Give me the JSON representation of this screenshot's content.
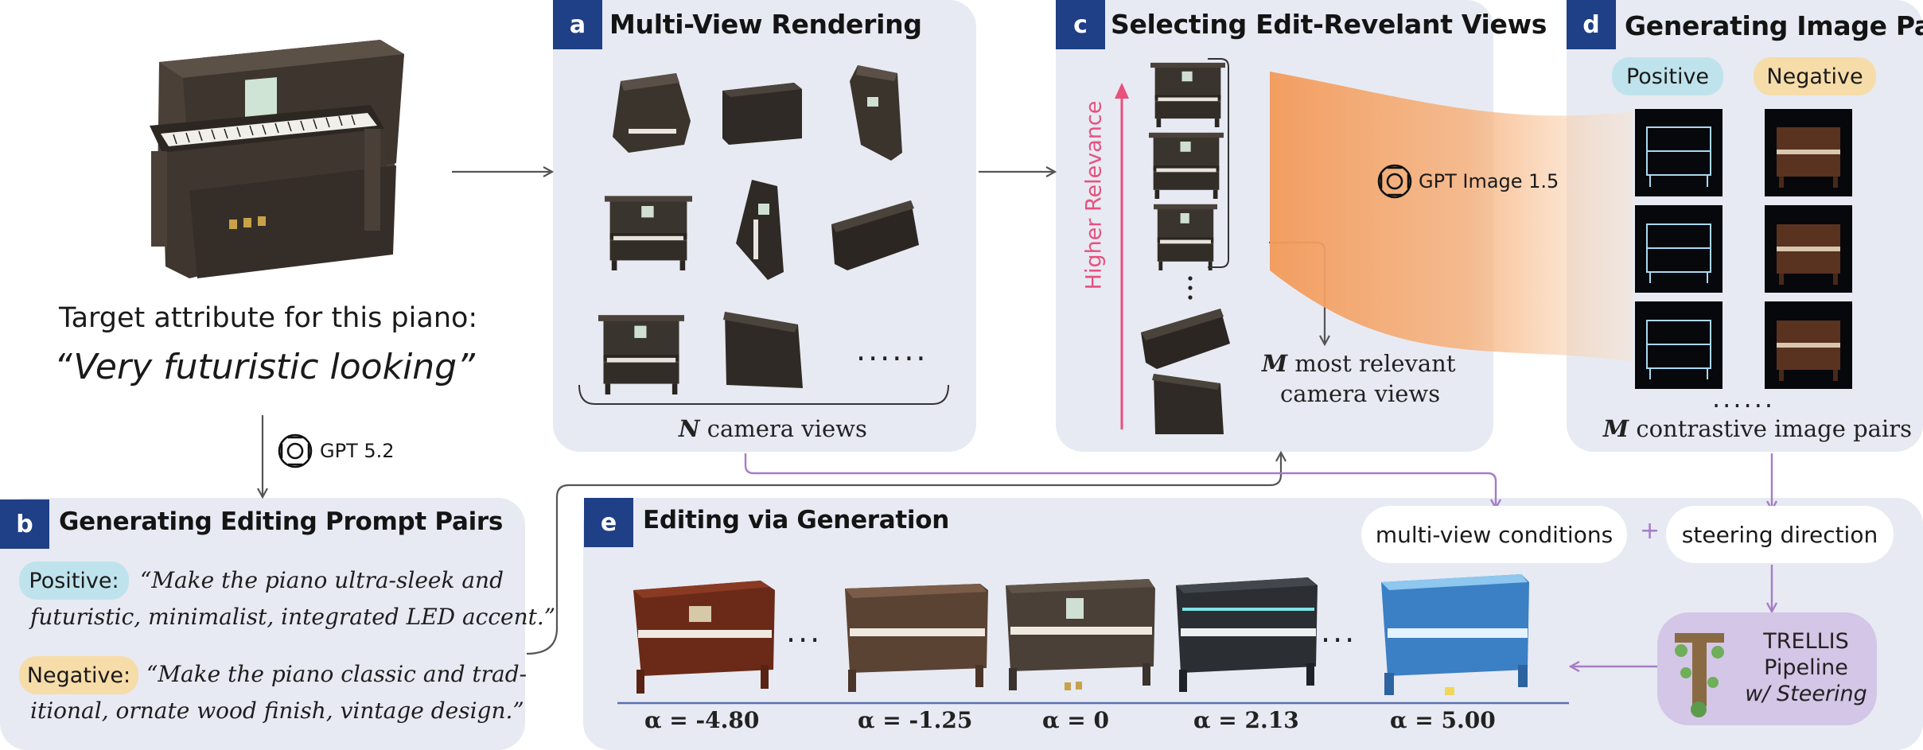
{
  "piano_block": {
    "target_line": "Target attribute for this piano:",
    "target_quote": "“Very futuristic looking”",
    "gpt_label": "GPT 5.2"
  },
  "panel_a": {
    "badge": "a",
    "title": "Multi-View Rendering",
    "dots": "......",
    "caption_var": "N",
    "caption_text": " camera views"
  },
  "panel_c": {
    "badge": "c",
    "title": "Selecting Edit-Revelant Views",
    "axis_label": "Higher Relevance",
    "caption_var": "M",
    "caption_line1": " most relevant",
    "caption_line2": "camera views",
    "gpt_label": "GPT Image 1.5"
  },
  "panel_d": {
    "badge": "d",
    "title": "Generating Image Pairs",
    "positive": "Positive",
    "negative": "Negative",
    "dots": "......",
    "caption_var": "M",
    "caption_text": " contrastive image pairs"
  },
  "panel_b": {
    "badge": "b",
    "title": "Generating Editing Prompt Pairs",
    "positive_tag": "Positive:",
    "positive_line1": "“Make the piano ultra-sleek and",
    "positive_line2": "futuristic, minimalist, integrated LED accent.”",
    "negative_tag": "Negative:",
    "negative_line1": "“Make the piano classic and trad-",
    "negative_line2": "itional, ornate wood finish, vintage design.”"
  },
  "panel_e": {
    "badge": "e",
    "title": "Editing via Generation",
    "cond_left": "multi-view conditions",
    "plus": "+",
    "cond_right": "steering direction",
    "trellis_line1": "TRELLIS",
    "trellis_line2": "Pipeline",
    "trellis_line3": "w/ Steering",
    "ellipsis1": "...",
    "ellipsis2": "...",
    "alphas": [
      "α = -4.80",
      "α = -1.25",
      "α = 0",
      "α = 2.13",
      "α = 5.00"
    ]
  },
  "colors": {
    "badge": "#1f3f86",
    "panel_bg": "#e7eaf2",
    "positive_pill": "#bfe3ec",
    "negative_pill": "#f6dca8",
    "relevance": "#e8507d",
    "flow_purple": "#a77cc6",
    "trellis_bg": "#d4c6e6",
    "gradient": "#f29a55"
  },
  "icons": [
    "openai-logo-icon",
    "piano-render",
    "trellis-logo-icon"
  ]
}
